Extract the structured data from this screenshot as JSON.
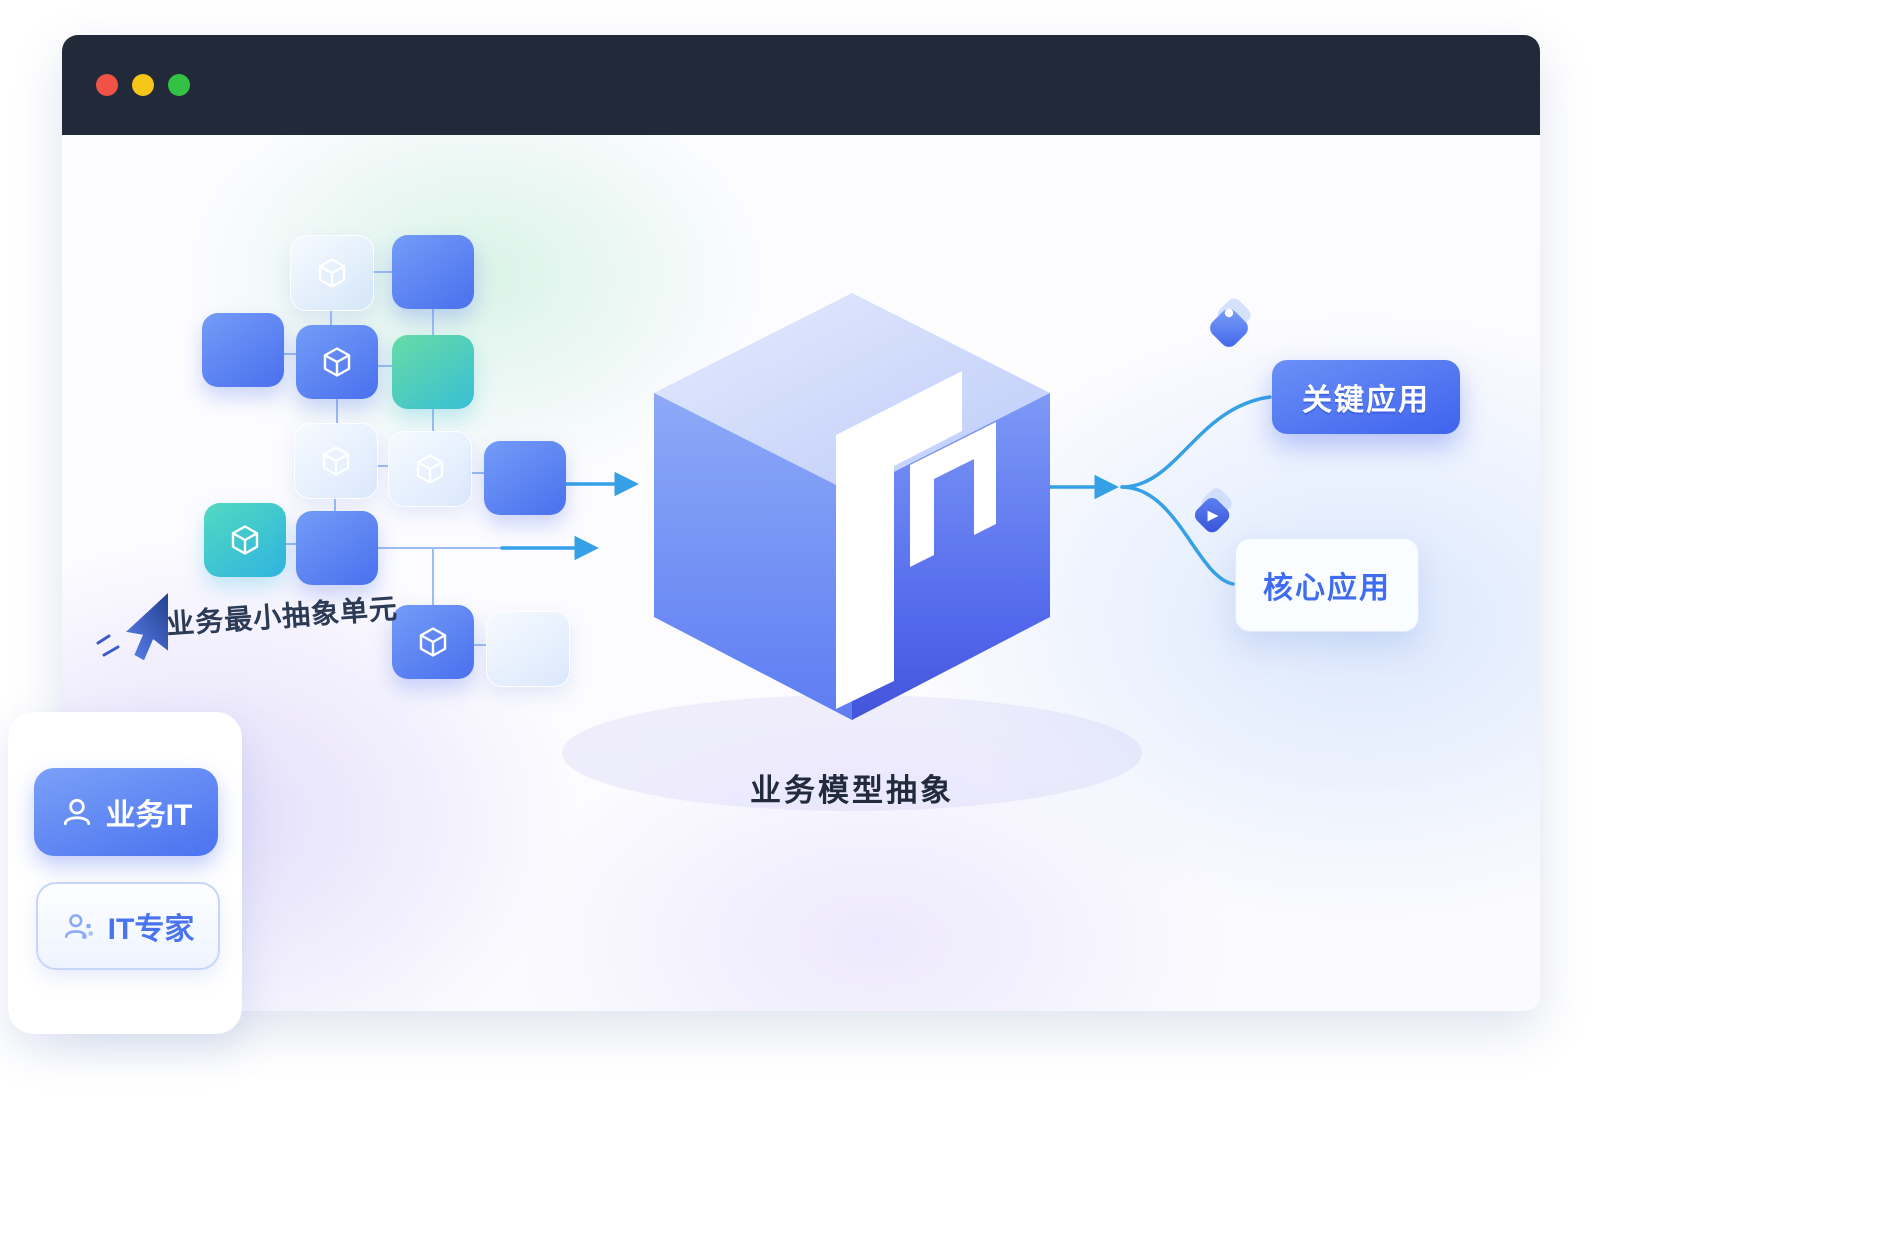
{
  "window": {
    "controls": [
      {
        "name": "close",
        "color": "#f05248"
      },
      {
        "name": "minimize",
        "color": "#f5c518"
      },
      {
        "name": "maximize",
        "color": "#33c244"
      }
    ]
  },
  "diagram": {
    "unit_label": "业务最小抽象单元",
    "model_label": "业务模型抽象",
    "outputs": [
      {
        "label": "关键应用",
        "style": "primary"
      },
      {
        "label": "核心应用",
        "style": "secondary"
      }
    ]
  },
  "role_panel": {
    "buttons": [
      {
        "label": "业务IT",
        "style": "primary",
        "icon": "user-icon"
      },
      {
        "label": "IT专家",
        "style": "outline",
        "icon": "expert-icon"
      }
    ]
  },
  "colors": {
    "titlebar": "#222938",
    "accent_blue": "#4a70ee",
    "arrow_blue": "#35a0e6",
    "teal": "#38bfd4",
    "text_dark": "#222b3a"
  }
}
